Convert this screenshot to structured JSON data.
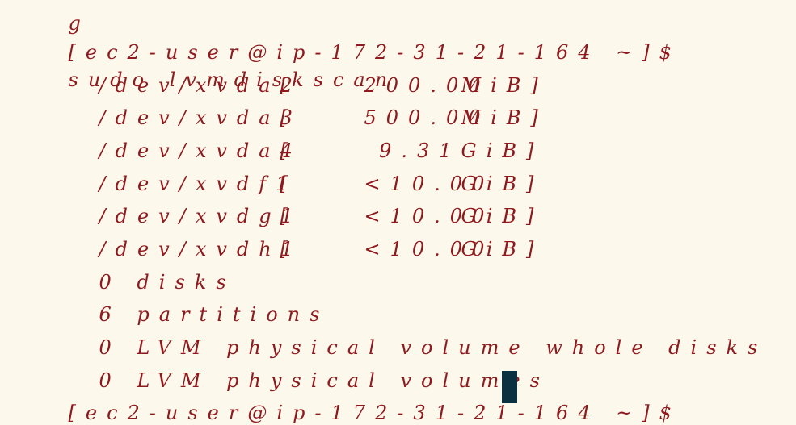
{
  "terminal": {
    "partial_top_line": "g",
    "prompt": "[ec2-user@ip-172-31-21-164 ~]$",
    "command": "sudo lvmdiskscan",
    "devices": [
      {
        "path": "/dev/xvda2",
        "bracket_open": "[",
        "size": "200.00",
        "unit": "MiB]"
      },
      {
        "path": "/dev/xvda3",
        "bracket_open": "[",
        "size": "500.00",
        "unit": "MiB]"
      },
      {
        "path": "/dev/xvda4",
        "bracket_open": "[",
        "size": "9.31",
        "unit": "GiB]"
      },
      {
        "path": "/dev/xvdf1",
        "bracket_open": "[",
        "size": "<10.00",
        "unit": "GiB]"
      },
      {
        "path": "/dev/xvdg1",
        "bracket_open": "[",
        "size": "<10.00",
        "unit": "GiB]"
      },
      {
        "path": "/dev/xvdh1",
        "bracket_open": "[",
        "size": "<10.00",
        "unit": "GiB]"
      }
    ],
    "summary": [
      "0 disks",
      "6 partitions",
      "0 LVM physical volume whole disks",
      "0 LVM physical volumes"
    ],
    "final_prompt": "[ec2-user@ip-172-31-21-164 ~]$"
  }
}
